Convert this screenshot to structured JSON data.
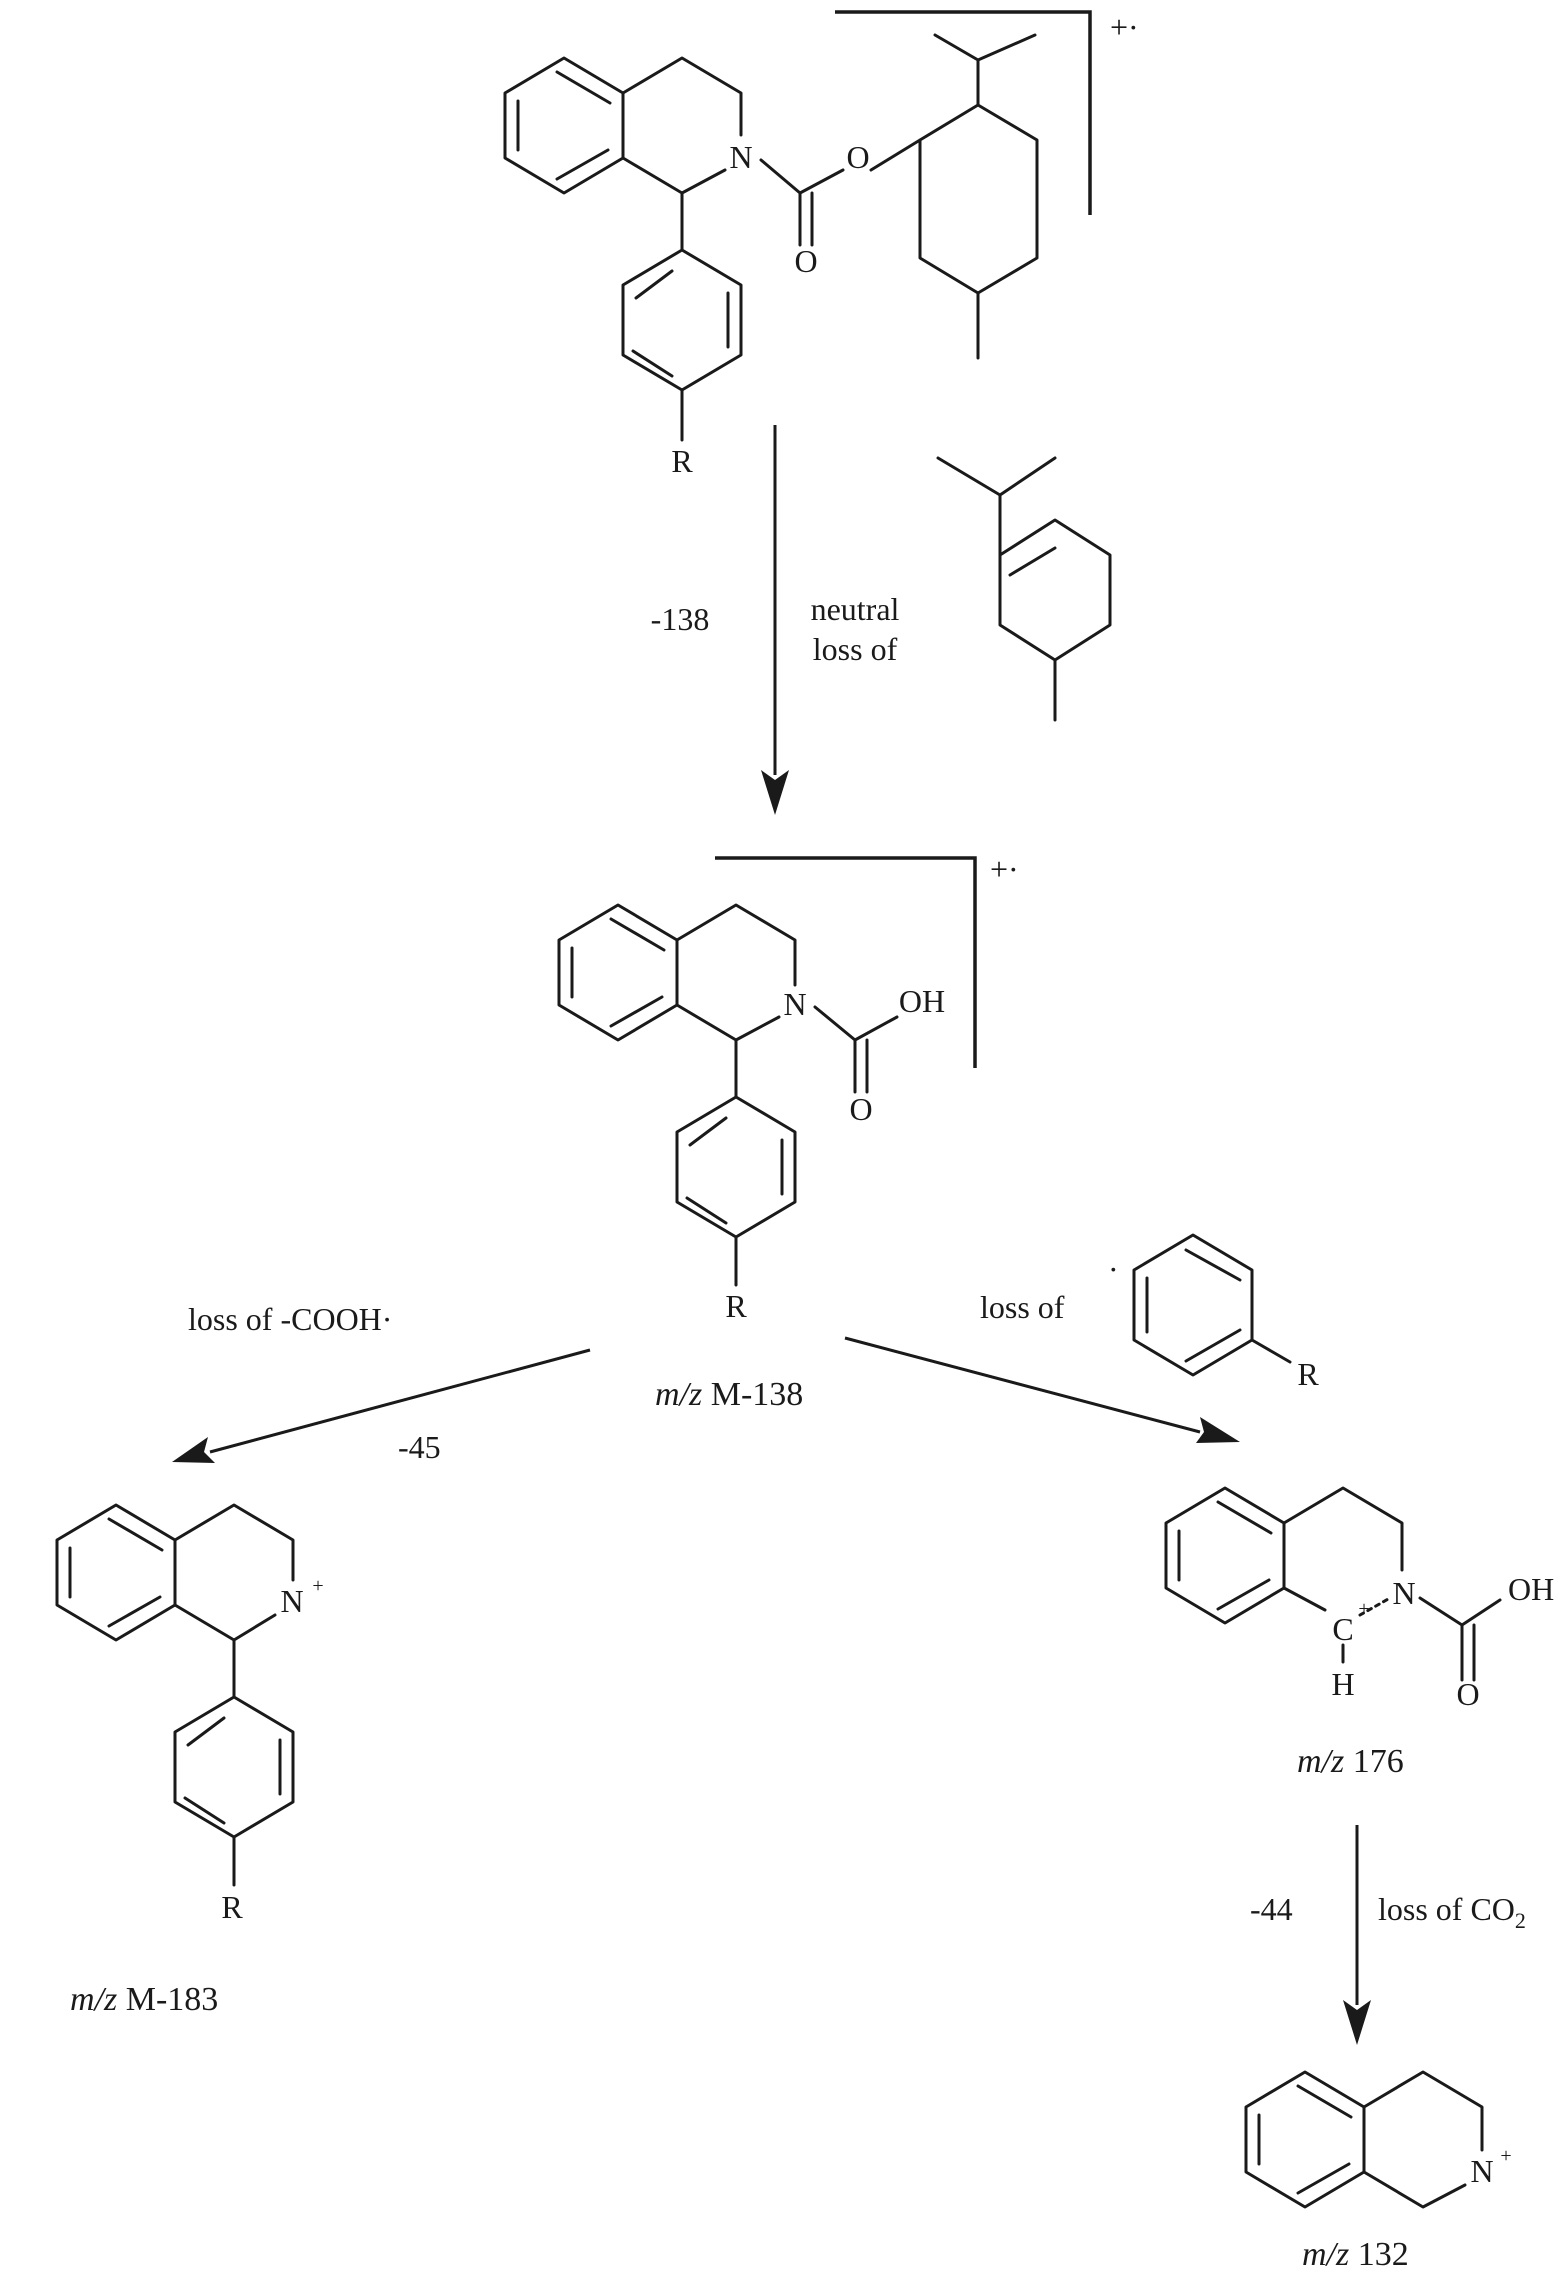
{
  "atoms": {
    "nitrogen": "N",
    "oxygen": "O",
    "hydroxyl": "OH",
    "carbon": "C",
    "hydrogen": "H",
    "substituent": "R"
  },
  "charges": {
    "radical_cation": "+·",
    "cation": "+"
  },
  "step1": {
    "mass_loss": "-138",
    "label_line1": "neutral",
    "label_line2": "loss of"
  },
  "intermediate": {
    "mz_italic": "m/z",
    "mz_value": " M-138"
  },
  "left_path": {
    "label": "loss of -COOH·",
    "mass_loss": "-45",
    "mz_italic": "m/z",
    "mz_value": " M-183"
  },
  "right_path": {
    "label": "loss of",
    "radical_dot": "·",
    "mz_italic": "m/z",
    "mz_value": " 176"
  },
  "decarboxylation": {
    "mass_loss": "-44",
    "label": "loss of CO",
    "label_subscript": "2"
  },
  "final_product": {
    "mz_italic": "m/z",
    "mz_value": " 132"
  }
}
